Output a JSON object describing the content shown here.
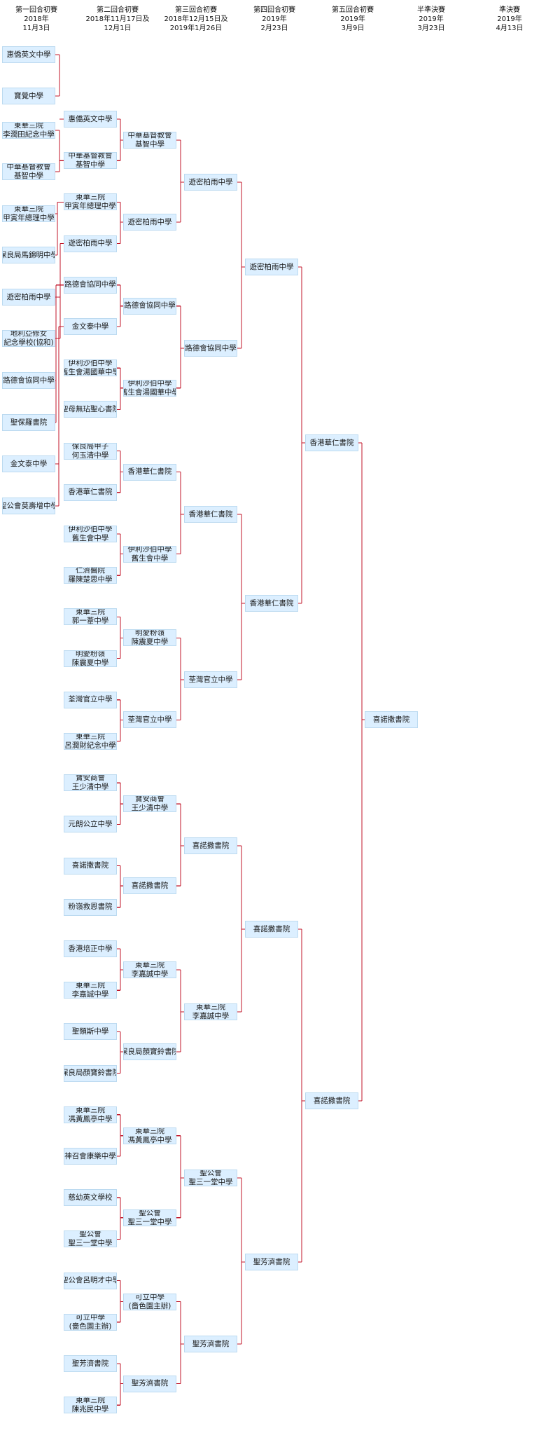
{
  "headers": [
    {
      "text": "第一回合初賽\n2018年\n11月3日"
    },
    {
      "text": "第二回合初賽\n2018年11月17日及\n12月1日"
    },
    {
      "text": "第三回合初賽\n2018年12月15日及\n2019年1月26日"
    },
    {
      "text": "第四回合初賽\n2019年\n2月23日"
    },
    {
      "text": "第五回合初賽\n2019年\n3月9日"
    },
    {
      "text": "半準決賽\n2019年\n3月23日"
    },
    {
      "text": "準決賽\n2019年\n4月13日"
    }
  ],
  "rounds": [
    [
      "惠僑英文中學",
      "寶覺中學",
      "東華三院\n李潤田紀念中學",
      "中華基督教會\n基智中學",
      "東華三院\n甲寅年總理中學",
      "保良局馬錦明中學",
      "遊密柏雨中學",
      "地利亞修女\n紀念學校(協和)",
      "路德會協同中學",
      "聖保羅書院",
      "金文泰中學",
      "聖公會莫壽增中學"
    ],
    [
      "惠僑英文中學",
      "中華基督教會\n基智中學",
      "東華三院\n甲寅年總理中學",
      "遊密柏雨中學",
      "路德會協同中學",
      "金文泰中學",
      "伊利沙伯中學\n舊生會湯國華中學",
      "聖母無玷聖心書院",
      "保良局甲子\n何玉清中學",
      "香港華仁書院",
      "伊利沙伯中學\n舊生會中學",
      "仁濟醫院\n羅陳楚思中學",
      "東華三院\n郭一葦中學",
      "明愛粉嶺\n陳震夏中學",
      "荃灣官立中學",
      "東華三院\n呂潤財紀念中學",
      "寶安商會\n王少清中學",
      "元朗公立中學",
      "喜諾撒書院",
      "粉嶺救恩書院",
      "香港培正中學",
      "東華三院\n李嘉誠中學",
      "聖類斯中學",
      "保良局顏寶鈴書院",
      "東華三院\n馮黃鳳亭中學",
      "神召會康樂中學",
      "慈幼英文學校",
      "聖公會\n聖三一堂中學",
      "聖公會呂明才中學",
      "可立中學\n(嗇色園主辦)",
      "聖芳濟書院",
      "東華三院\n陳兆民中學"
    ],
    [
      "中華基督教會\n基智中學",
      "遊密柏雨中學",
      "路德會協同中學",
      "伊利沙伯中學\n舊生會湯國華中學",
      "香港華仁書院",
      "伊利沙伯中學\n舊生會中學",
      "明愛粉嶺\n陳震夏中學",
      "荃灣官立中學",
      "寶安商會\n王少清中學",
      "喜諾撒書院",
      "東華三院\n李嘉誠中學",
      "保良局顏寶鈴書院",
      "東華三院\n馮黃鳳亭中學",
      "聖公會\n聖三一堂中學",
      "可立中學\n(嗇色園主辦)",
      "聖芳濟書院"
    ],
    [
      "遊密柏雨中學",
      "路德會協同中學",
      "香港華仁書院",
      "荃灣官立中學",
      "喜諾撒書院",
      "東華三院\n李嘉誠中學",
      "聖公會\n聖三一堂中學",
      "聖芳濟書院"
    ],
    [
      "遊密柏雨中學",
      "香港華仁書院",
      "喜諾撒書院",
      "聖芳濟書院"
    ],
    [
      "香港華仁書院",
      "喜諾撒書院"
    ],
    [
      "喜諾撒書院"
    ]
  ]
}
